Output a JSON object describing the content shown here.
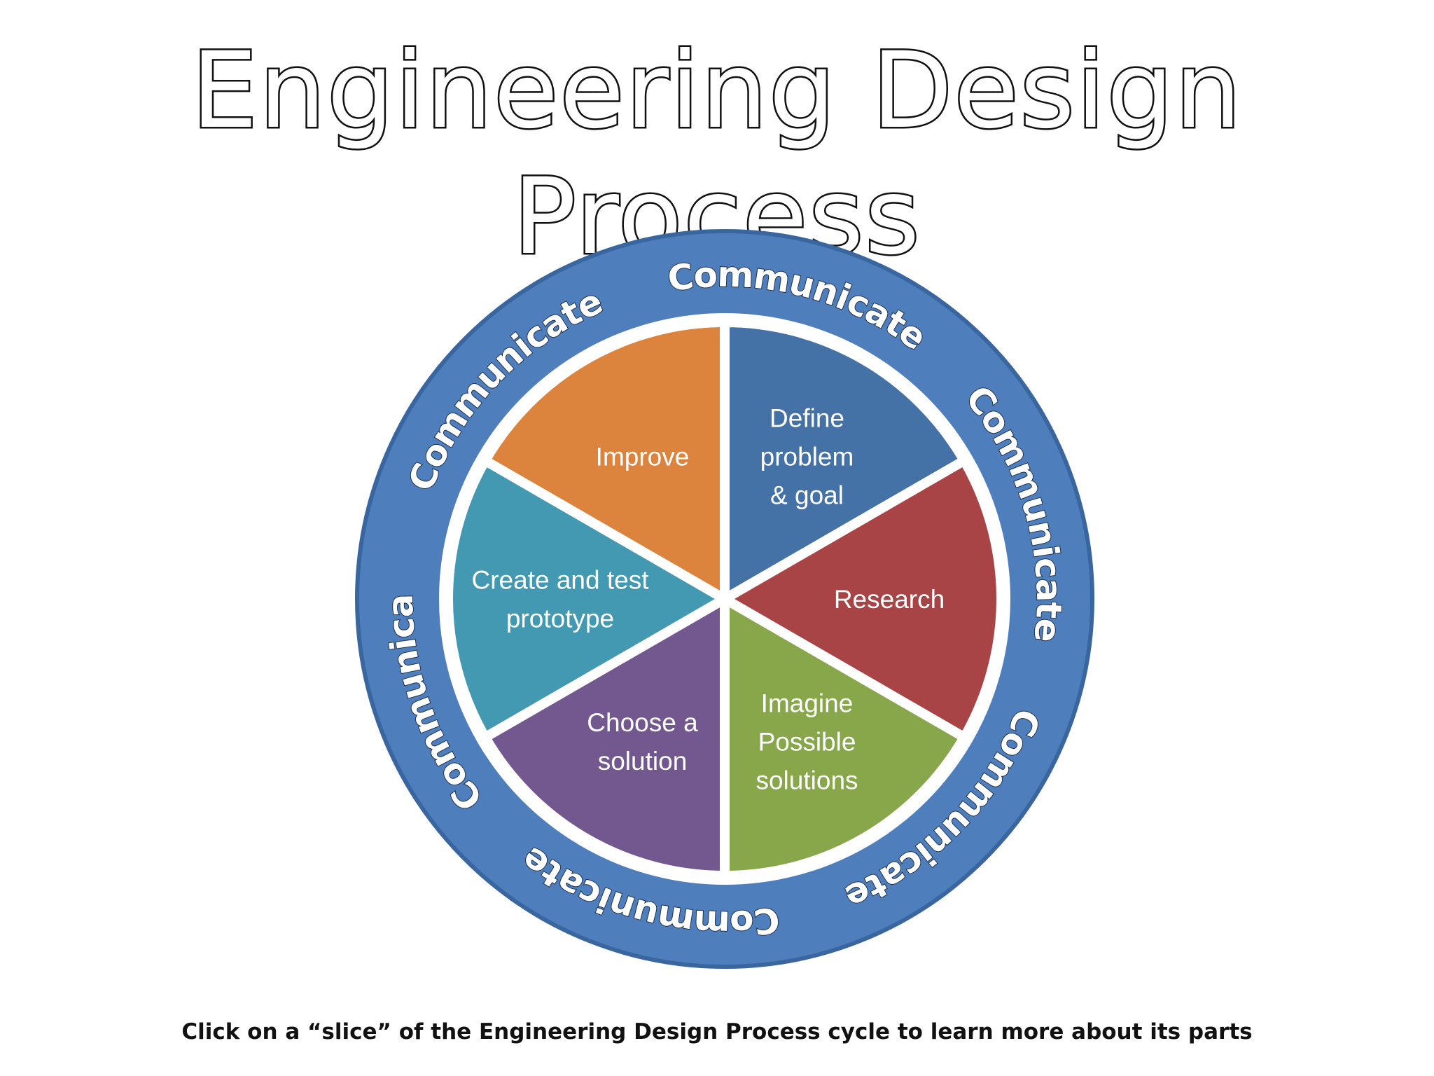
{
  "title": "Engineering Design Process",
  "ring_label": "Communicate",
  "slices": [
    {
      "label_lines": [
        "Define",
        "problem",
        "& goal"
      ],
      "color": "#4472a6",
      "icon": "slice-define-problem"
    },
    {
      "label_lines": [
        "Research"
      ],
      "color": "#a84445",
      "icon": "slice-research"
    },
    {
      "label_lines": [
        "Imagine",
        "Possible",
        "solutions"
      ],
      "color": "#88a74b",
      "icon": "slice-imagine"
    },
    {
      "label_lines": [
        "Choose a",
        "solution"
      ],
      "color": "#735890",
      "icon": "slice-choose"
    },
    {
      "label_lines": [
        "Create and test",
        "prototype"
      ],
      "color": "#4299b1",
      "icon": "slice-create-test"
    },
    {
      "label_lines": [
        "Improve"
      ],
      "color": "#dc833e",
      "icon": "slice-improve"
    }
  ],
  "colors": {
    "ring": "#4e7ebc",
    "ring_edge": "#3a66a0",
    "separator": "#ffffff"
  },
  "footer": "Click on a “slice” of the Engineering Design Process cycle to learn more about its parts"
}
